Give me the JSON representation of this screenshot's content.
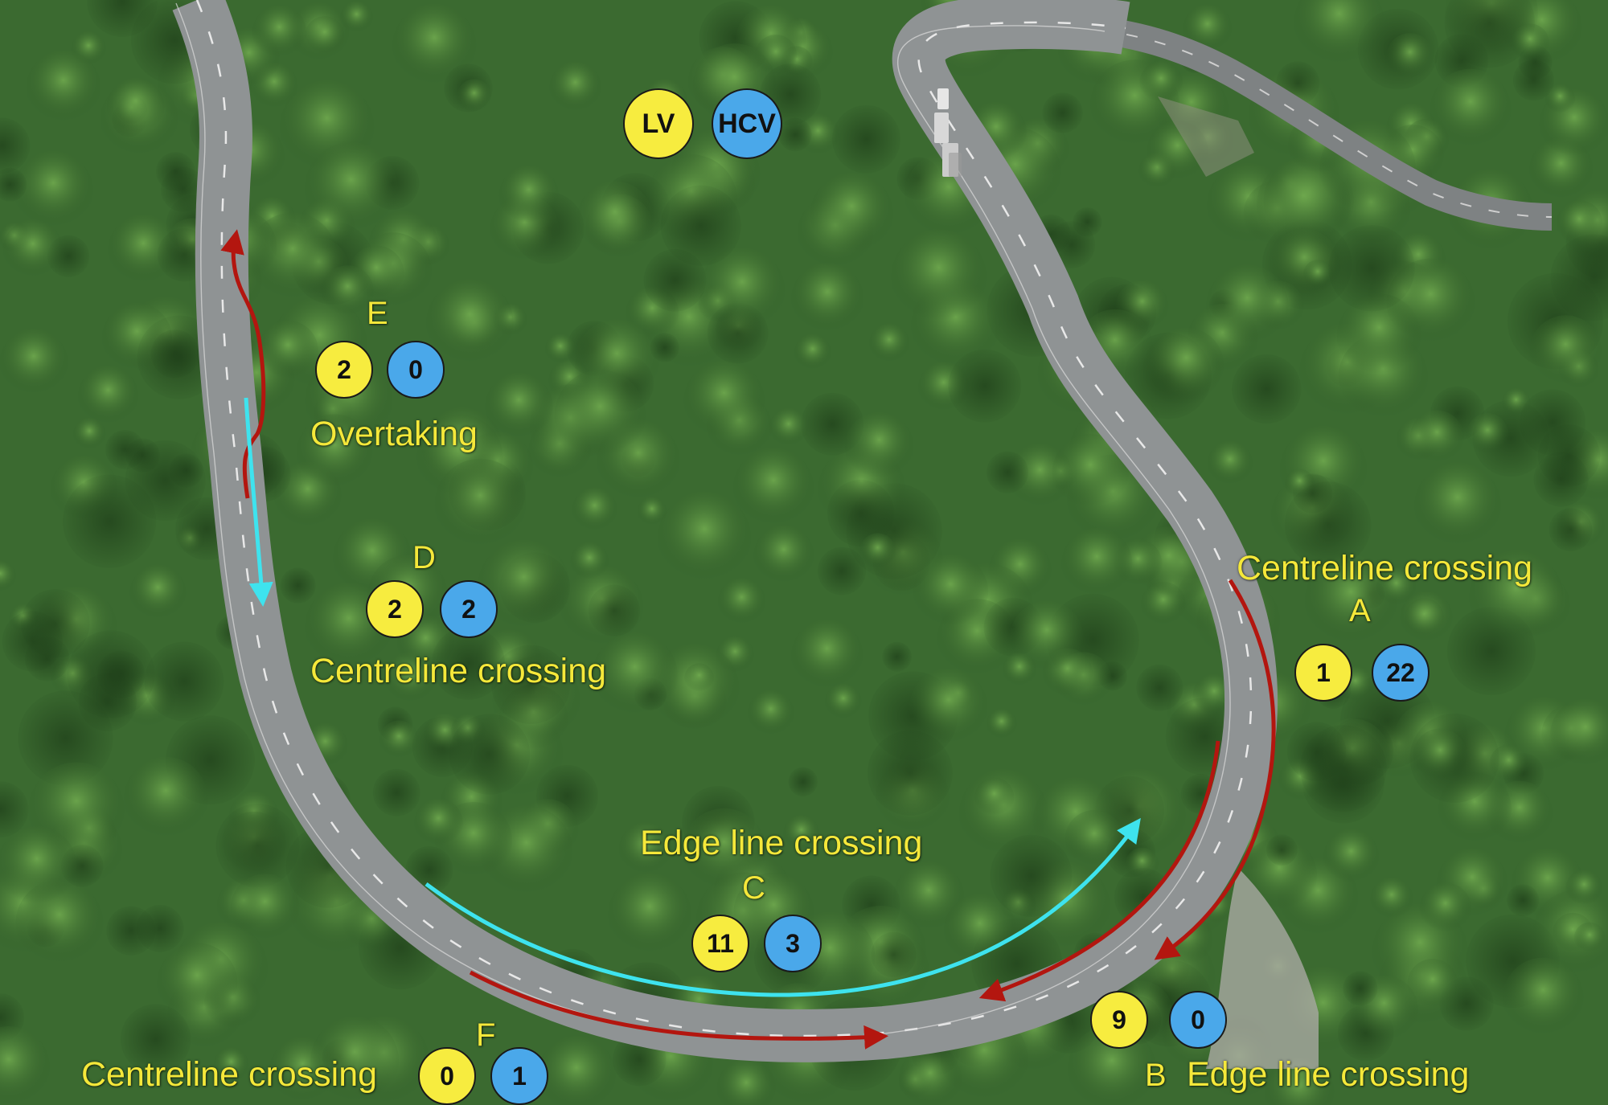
{
  "colors": {
    "forest_dark": "#2f5a28",
    "forest_light": "#5f9a45",
    "road": "#8f9394",
    "label_yellow": "#f5e83a",
    "lv_yellow": "#f7ec3f",
    "hcv_blue": "#4aa8ea",
    "arrow_red": "#b3160f",
    "arrow_cyan": "#3ee3ee"
  },
  "legend": {
    "lv": "LV",
    "hcv": "HCV"
  },
  "zones": {
    "A": {
      "letter": "A",
      "caption": "Centreline crossing",
      "lv": "1",
      "hcv": "22"
    },
    "B": {
      "letter": "B",
      "caption": "Edge line crossing",
      "lv": "9",
      "hcv": "0"
    },
    "C": {
      "letter": "C",
      "caption": "Edge line crossing",
      "lv": "11",
      "hcv": "3"
    },
    "D": {
      "letter": "D",
      "caption": "Centreline crossing",
      "lv": "2",
      "hcv": "2"
    },
    "E": {
      "letter": "E",
      "caption": "Overtaking",
      "lv": "2",
      "hcv": "0"
    },
    "F": {
      "letter": "F",
      "caption": "Centreline crossing",
      "lv": "0",
      "hcv": "1"
    }
  }
}
